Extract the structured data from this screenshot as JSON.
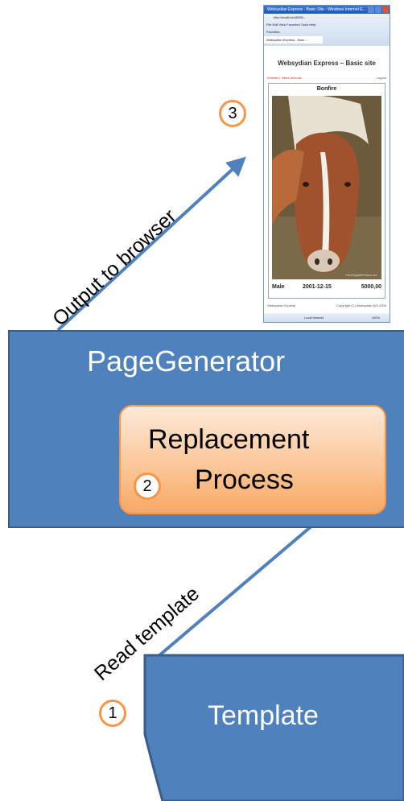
{
  "diagram": {
    "page_generator_label": "PageGenerator",
    "replacement_line1": "Replacement",
    "replacement_line2": "Process",
    "template_label": "Template",
    "arrow_read_label": "Read template",
    "arrow_output_label": "Output to browser",
    "steps": [
      "1",
      "2",
      "3"
    ]
  },
  "screenshot": {
    "window_title": "Websydian Express - Basic Site - Windows Internet E...",
    "address": "http://localhost:8080/...",
    "menu": "File  Edit  View  Favorites  Tools  Help",
    "favorites": "Favorites",
    "tab": "Websydian Express - Basi...",
    "site_title": "Websydian Express – Basic site",
    "nav_left": "Animals | Sales Animals",
    "nav_right": "Logout",
    "card_title": "Bonfire",
    "photo_credit": "FreeDigitalPhotos.net",
    "cells": [
      "Male",
      "2001-12-15",
      "5000,00"
    ],
    "footer_left": "Websydian Express",
    "footer_right": "Copyright (C) Websydian A/S 2009",
    "status_zone": "Local intranet",
    "zoom": "100%"
  },
  "colors": {
    "blue_fill": "#4f81bd",
    "blue_border": "#385d8a",
    "orange": "#f79646",
    "arrow": "#4f81bd"
  }
}
